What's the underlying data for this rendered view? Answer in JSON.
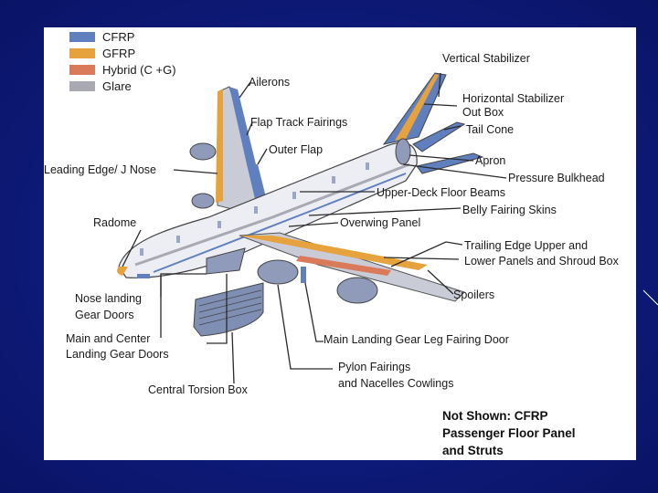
{
  "legend": [
    {
      "label": "CFRP",
      "color": "#5f7fbf"
    },
    {
      "label": "GFRP",
      "color": "#e6a23c"
    },
    {
      "label": "Hybrid (C +G)",
      "color": "#d97a5a"
    },
    {
      "label": "Glare",
      "color": "#a9a9b4"
    }
  ],
  "labels": {
    "ailerons": "Ailerons",
    "flap_track_fairings": "Flap Track Fairings",
    "outer_flap": "Outer Flap",
    "leading_edge": "Leading Edge/ J Nose",
    "radome": "Radome",
    "nose_gear_1": "Nose landing",
    "nose_gear_2": "Gear Doors",
    "main_center_1": "Main and Center",
    "main_center_2": "Landing Gear Doors",
    "central_torsion_box": "Central Torsion Box",
    "vertical_stabilizer": "Vertical Stabilizer",
    "horizontal_stabilizer_1": "Horizontal Stabilizer",
    "horizontal_stabilizer_2": "Out Box",
    "tail_cone": "Tail Cone",
    "apron": "Apron",
    "pressure_bulkhead": "Pressure Bulkhead",
    "upper_deck": "Upper-Deck Floor Beams",
    "belly_fairing": "Belly Fairing Skins",
    "overwing_panel": "Overwing Panel",
    "trailing_edge_1": "Trailing Edge Upper and",
    "trailing_edge_2": "Lower Panels and Shroud Box",
    "spoilers": "Spoilers",
    "main_landing_gear_leg": "Main Landing Gear Leg Fairing Door",
    "pylon_1": "Pylon Fairings",
    "pylon_2": "and Nacelles Cowlings"
  },
  "note": {
    "line1": "Not Shown: CFRP",
    "line2": "Passenger Floor Panel",
    "line3": "and Struts"
  }
}
